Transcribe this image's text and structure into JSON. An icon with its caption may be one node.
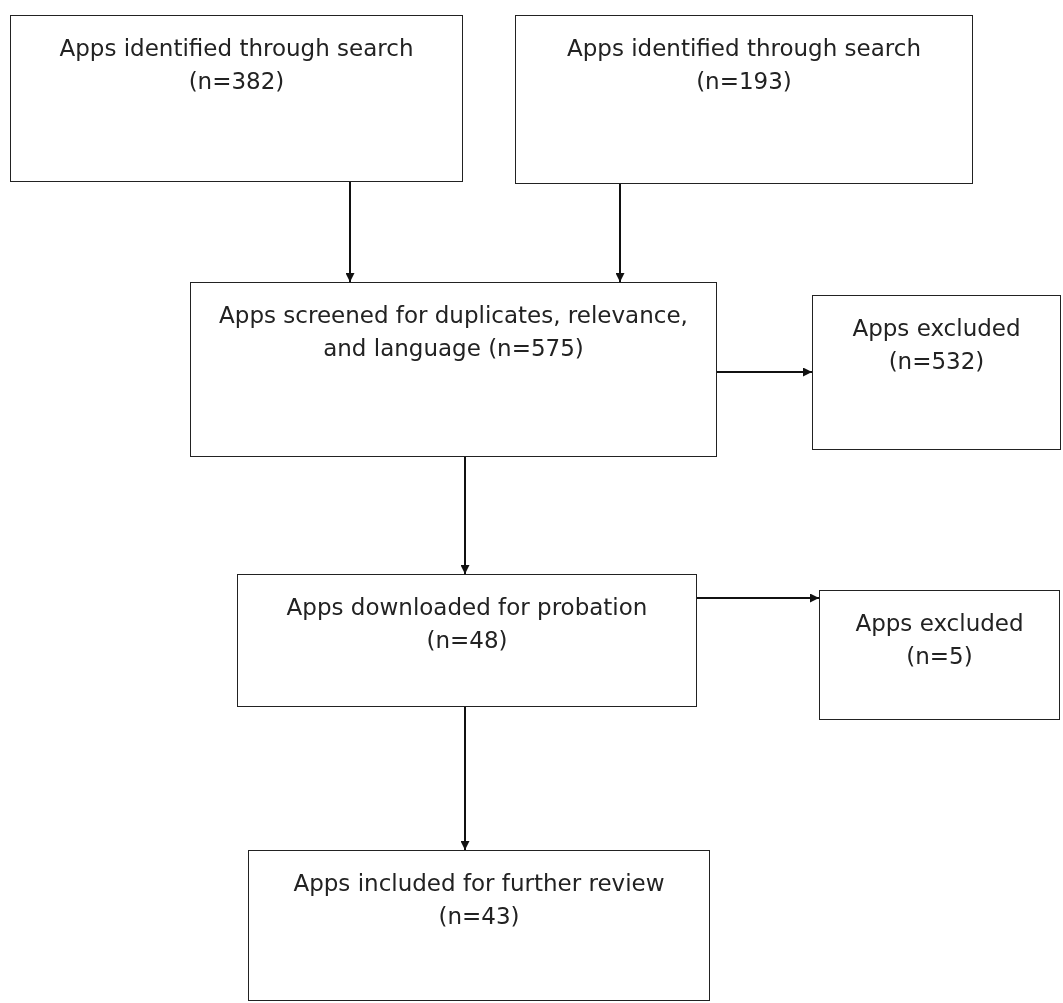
{
  "diagram": {
    "nodes": [
      {
        "text": [
          "Apps identified through search (n=382)"
        ]
      },
      {
        "text": [
          "Apps identified through search (n=193)"
        ]
      },
      {
        "text": [
          "Apps screened for duplicates, relevance, and language (n=575)"
        ]
      },
      {
        "text": [
          "Apps excluded (n=532)"
        ]
      },
      {
        "text": [
          "Apps downloaded for probation (n=48)"
        ]
      },
      {
        "text": [
          "Apps excluded (n=5)"
        ]
      },
      {
        "text": [
          "Apps included for further review (n=43)"
        ]
      }
    ],
    "edges": [
      {
        "from": 0,
        "to": 2,
        "arrow": "to"
      },
      {
        "from": 1,
        "to": 2,
        "arrow": "to"
      },
      {
        "from": 2,
        "to": 3,
        "arrow": "to"
      },
      {
        "from": 2,
        "to": 4,
        "arrow": "to"
      },
      {
        "from": 4,
        "to": 5,
        "arrow": "to"
      },
      {
        "from": 4,
        "to": 6,
        "arrow": "to"
      }
    ]
  }
}
